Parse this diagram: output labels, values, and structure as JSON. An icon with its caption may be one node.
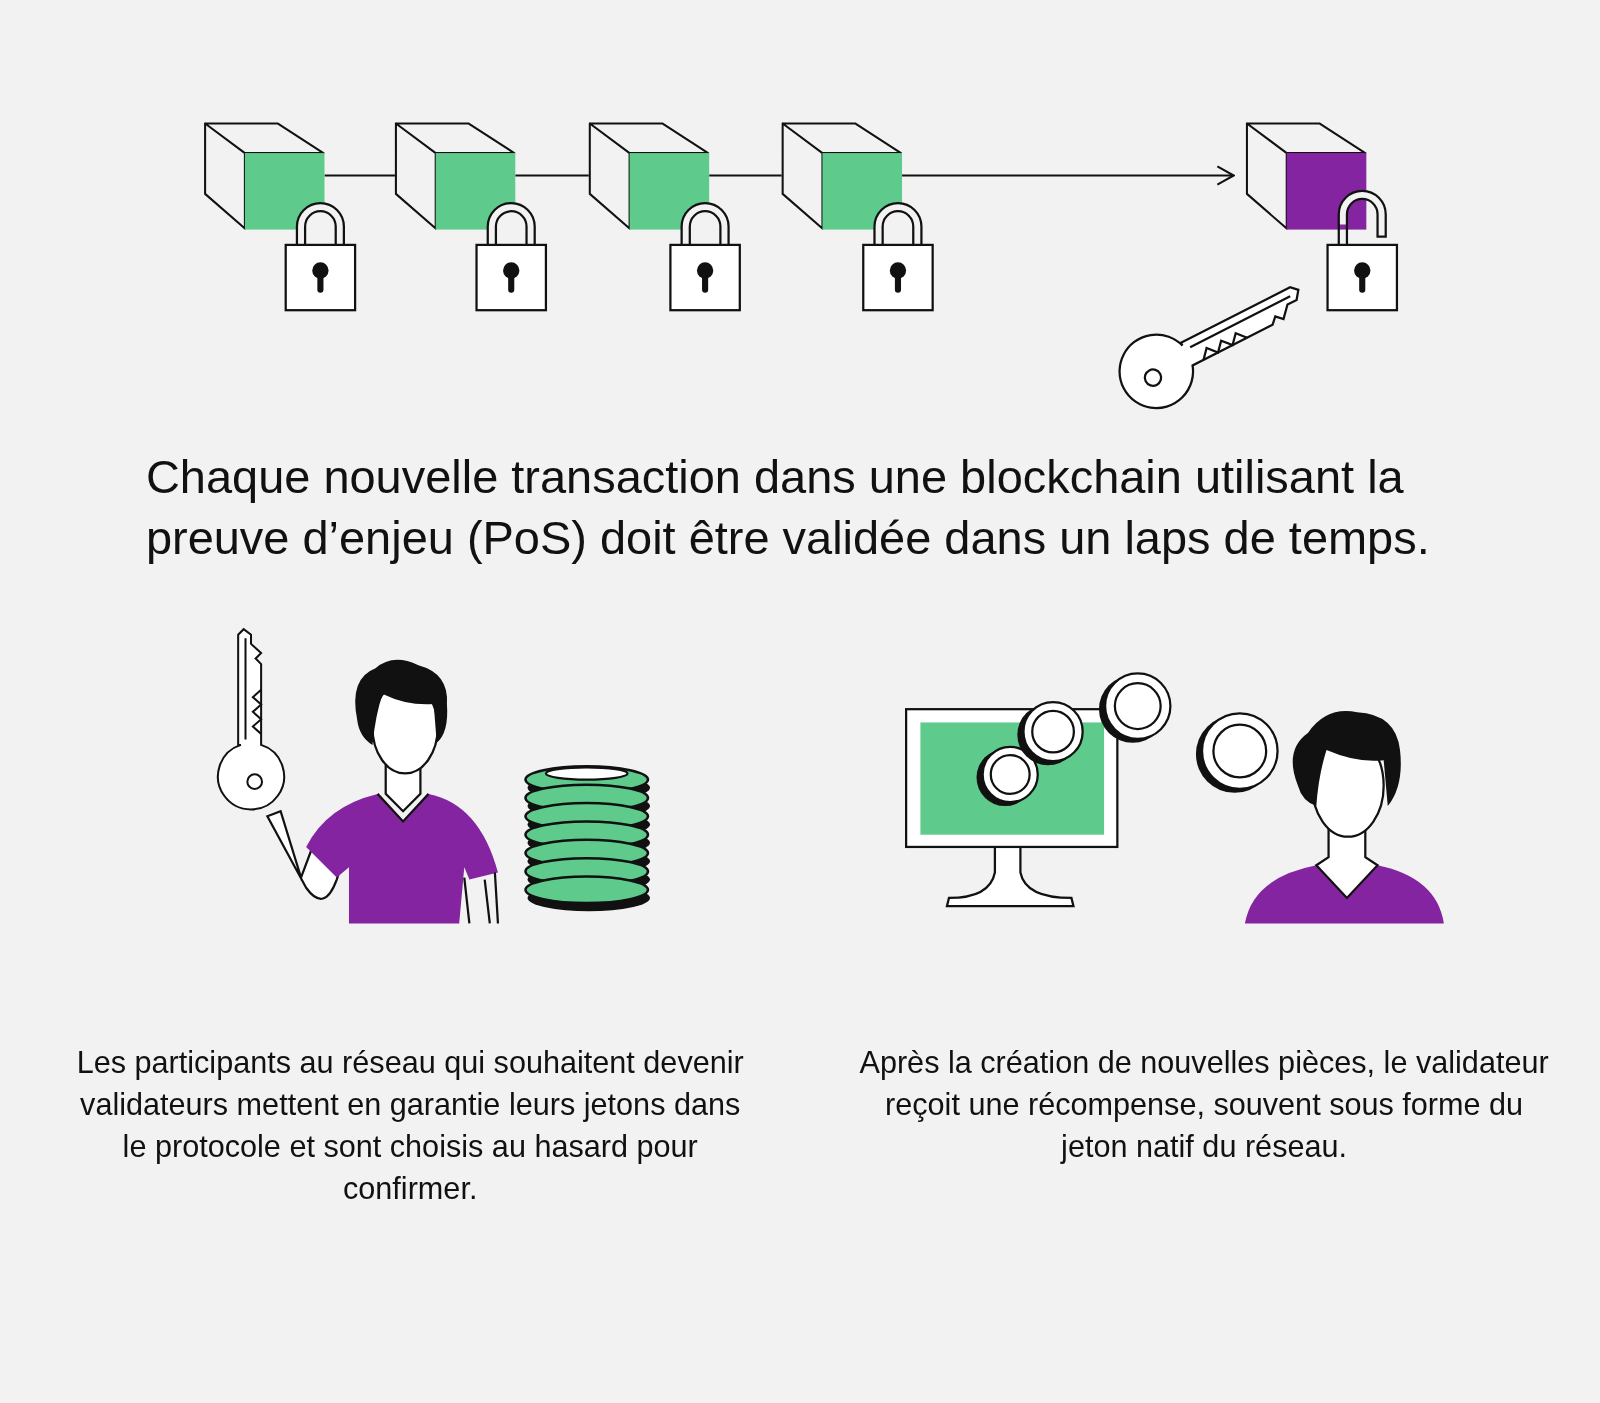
{
  "diagram": {
    "title": "Chaque nouvelle transaction dans une blockchain utilisant la preuve d’enjeu (PoS) doit être validée dans un laps de temps.",
    "nodes": [
      {
        "text": [],
        "shape": "cube"
      },
      {
        "text": [],
        "shape": "cube"
      },
      {
        "text": [],
        "shape": "cube"
      },
      {
        "text": [],
        "shape": "cube"
      },
      {
        "text": [],
        "shape": "cube"
      }
    ],
    "edges": [
      {
        "from": 0,
        "to": 1,
        "arrow": "none"
      },
      {
        "from": 1,
        "to": 2,
        "arrow": "none"
      },
      {
        "from": 2,
        "to": 3,
        "arrow": "none"
      },
      {
        "from": 3,
        "to": 4,
        "arrow": "to"
      }
    ],
    "labels": [
      "Les participants au réseau qui souhaitent devenir validateurs mettent en garantie leurs jetons dans le protocole et sont choisis au hasard pour confirmer.",
      "Après la création de nouvelles pièces, le validateur reçoit une récompense, souvent sous forme du jeton natif du réseau."
    ]
  }
}
